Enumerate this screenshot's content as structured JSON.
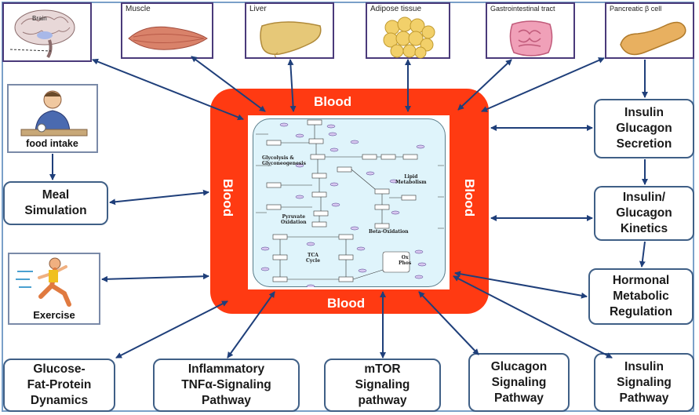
{
  "organs": [
    {
      "id": "brain",
      "label": "Brain"
    },
    {
      "id": "muscle",
      "label": "Muscle"
    },
    {
      "id": "liver",
      "label": "Liver"
    },
    {
      "id": "adipose",
      "label": "Adipose tissue"
    },
    {
      "id": "gi",
      "label": "Gastrointestinal tract"
    },
    {
      "id": "pancreas",
      "label": "Pancreatic β cell"
    }
  ],
  "food_label": "food intake",
  "exercise_label": "Exercise",
  "blood_label": "Blood",
  "nodes": {
    "meal": "Meal\nSimulation",
    "insulin_secretion": "Insulin\nGlucagon\nSecretion",
    "kinetics": "Insulin/\nGlucagon\nKinetics",
    "hormonal": "Hormonal\nMetabolic\nRegulation",
    "gfp": "Glucose-\nFat-Protein\nDynamics",
    "tnf": "Inflammatory\nTNFα-Signaling\nPathway",
    "mtor": "mTOR\nSignaling\npathway",
    "glucagon_sig": "Glucagon\nSignaling\nPathway",
    "insulin_sig": "Insulin\nSignaling\nPathway"
  },
  "metabolism_labels": {
    "glycolysis": "Glycolysis &\nGlyconeogenesis",
    "lipid": "Lipid\nMetabolism",
    "pyruvate": "Pyruvate\nOxidation",
    "beta": "Beta-Oxidation",
    "tca": "TCA\nCycle",
    "ox": "Ox\nPhos"
  },
  "colors": {
    "blood": "#ff3a12",
    "arrow": "#1f3f7a",
    "node_border": "#3f5f86",
    "organ_border": "#4a3a7a"
  }
}
